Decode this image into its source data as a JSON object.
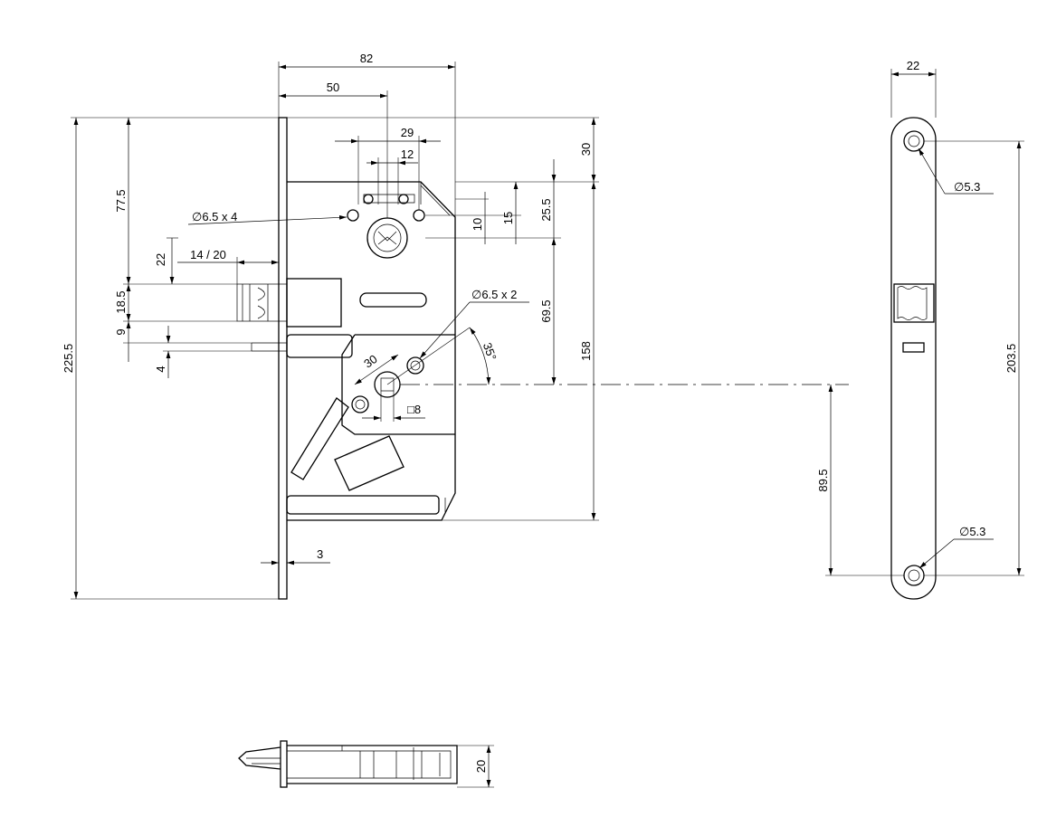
{
  "dimensions": {
    "width_82": "82",
    "width_50": "50",
    "width_29": "29",
    "width_12": "12",
    "top_30": "30",
    "height_25_5": "25.5",
    "height_15": "15",
    "height_10": "10",
    "holes_4": "∅6.5 x 4",
    "holes_2": "∅6.5 x 2",
    "height_77_5": "77.5",
    "height_22": "22",
    "latch_14_20": "14 / 20",
    "height_18_5": "18.5",
    "height_9": "9",
    "height_4": "4",
    "height_225_5": "225.5",
    "height_69_5": "69.5",
    "height_158": "158",
    "angle_35": "35°",
    "dist_30": "30",
    "square_8": "□8",
    "thickness_3": "3",
    "height_89_5": "89.5",
    "plate_width_22": "22",
    "hole_5_3_top": "∅5.3",
    "hole_5_3_bottom": "∅5.3",
    "height_203_5": "203.5",
    "depth_20": "20"
  },
  "colors": {
    "line": "#000000",
    "background": "#ffffff"
  }
}
